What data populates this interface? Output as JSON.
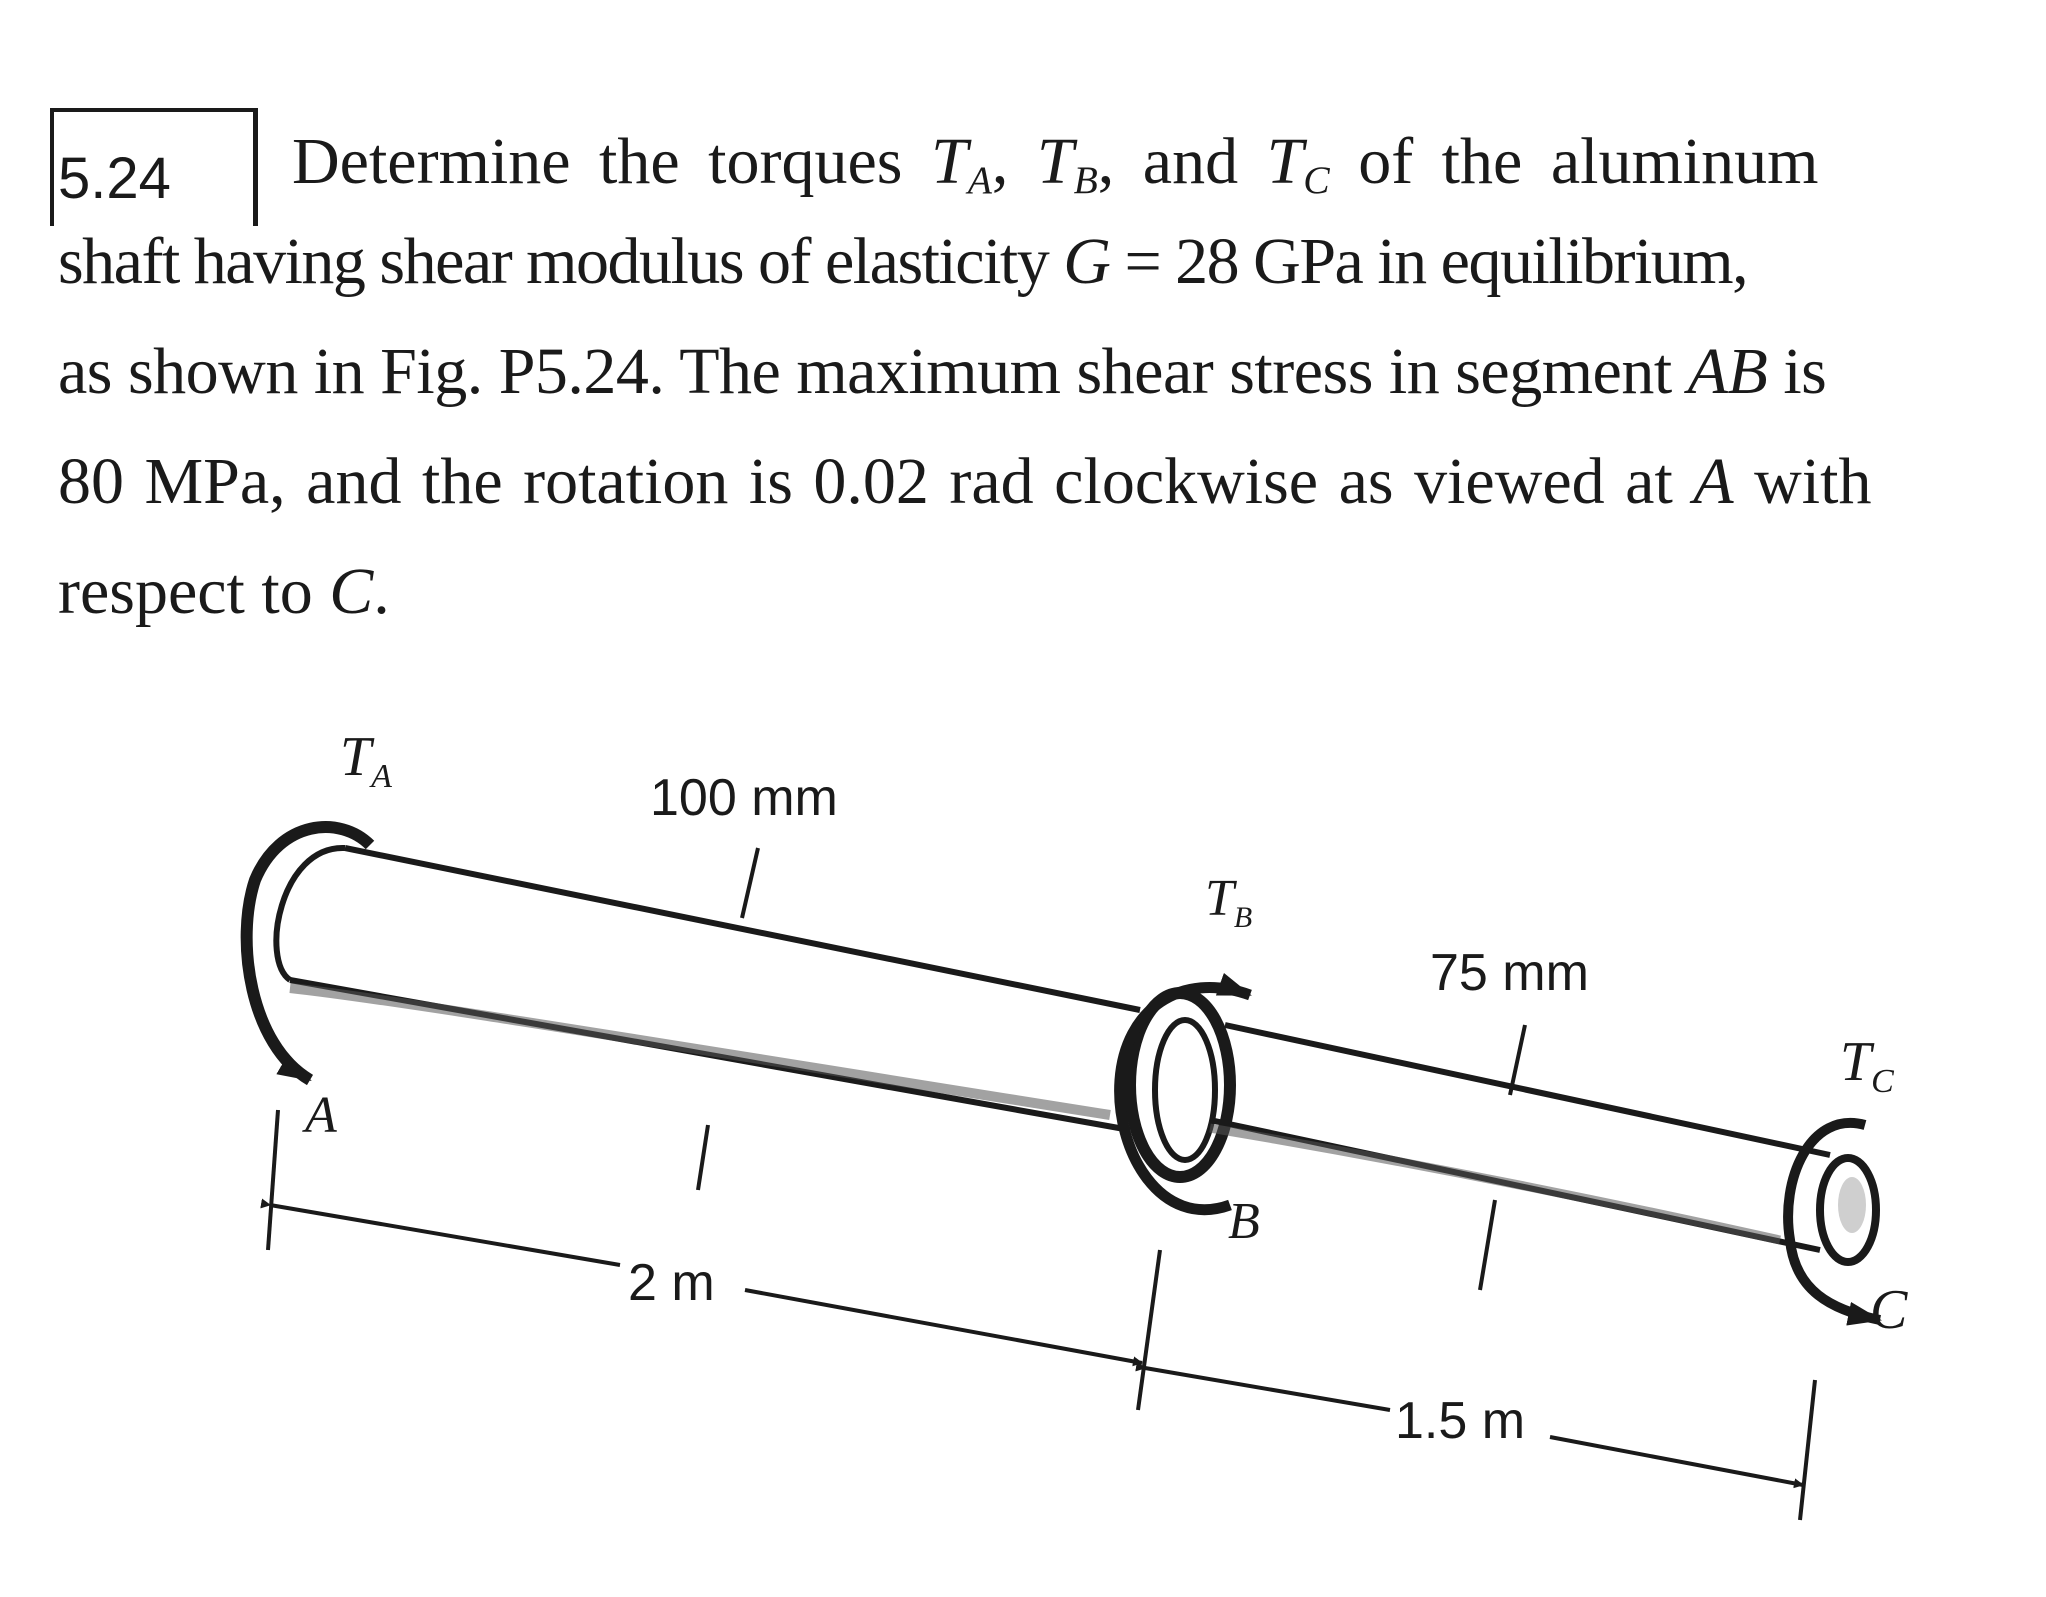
{
  "problem": {
    "number": "5.24",
    "line1_a": "Determine the torques",
    "line1_b": "and",
    "line1_c": "of the aluminum",
    "line2_a": "shaft having shear modulus of elasticity",
    "line2_b": "= 28 GPa in equilibrium,",
    "line3_a": "as shown in Fig. P5.24. The maximum shear stress in segment",
    "line3_b": "is",
    "line4_a": "80 MPa, and the rotation is 0.02 rad clockwise as viewed at",
    "line4_b": "with",
    "line5_a": "respect to",
    "line5_b": ".",
    "sym_T": "T",
    "sub_A": "A",
    "sub_B": "B",
    "sub_C": "C",
    "sym_G": "G",
    "sym_AB": "AB",
    "sym_A": "A",
    "sym_C": "C"
  },
  "figure": {
    "label_TA_T": "T",
    "label_TA_sub": "A",
    "label_TB_T": "T",
    "label_TB_sub": "B",
    "label_TC_T": "T",
    "label_TC_sub": "C",
    "diameter_AB": "100 mm",
    "diameter_BC": "75 mm",
    "point_A": "A",
    "point_B": "B",
    "point_C": "C",
    "length_AB": "2 m",
    "length_BC": "1.5 m"
  }
}
